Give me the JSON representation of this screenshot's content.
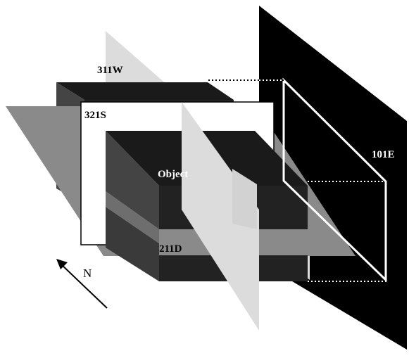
{
  "labels": {
    "plane_w": "311W",
    "plane_s": "321S",
    "plane_e": "101E",
    "plane_d": "211D",
    "object": "Object",
    "north": "N"
  }
}
